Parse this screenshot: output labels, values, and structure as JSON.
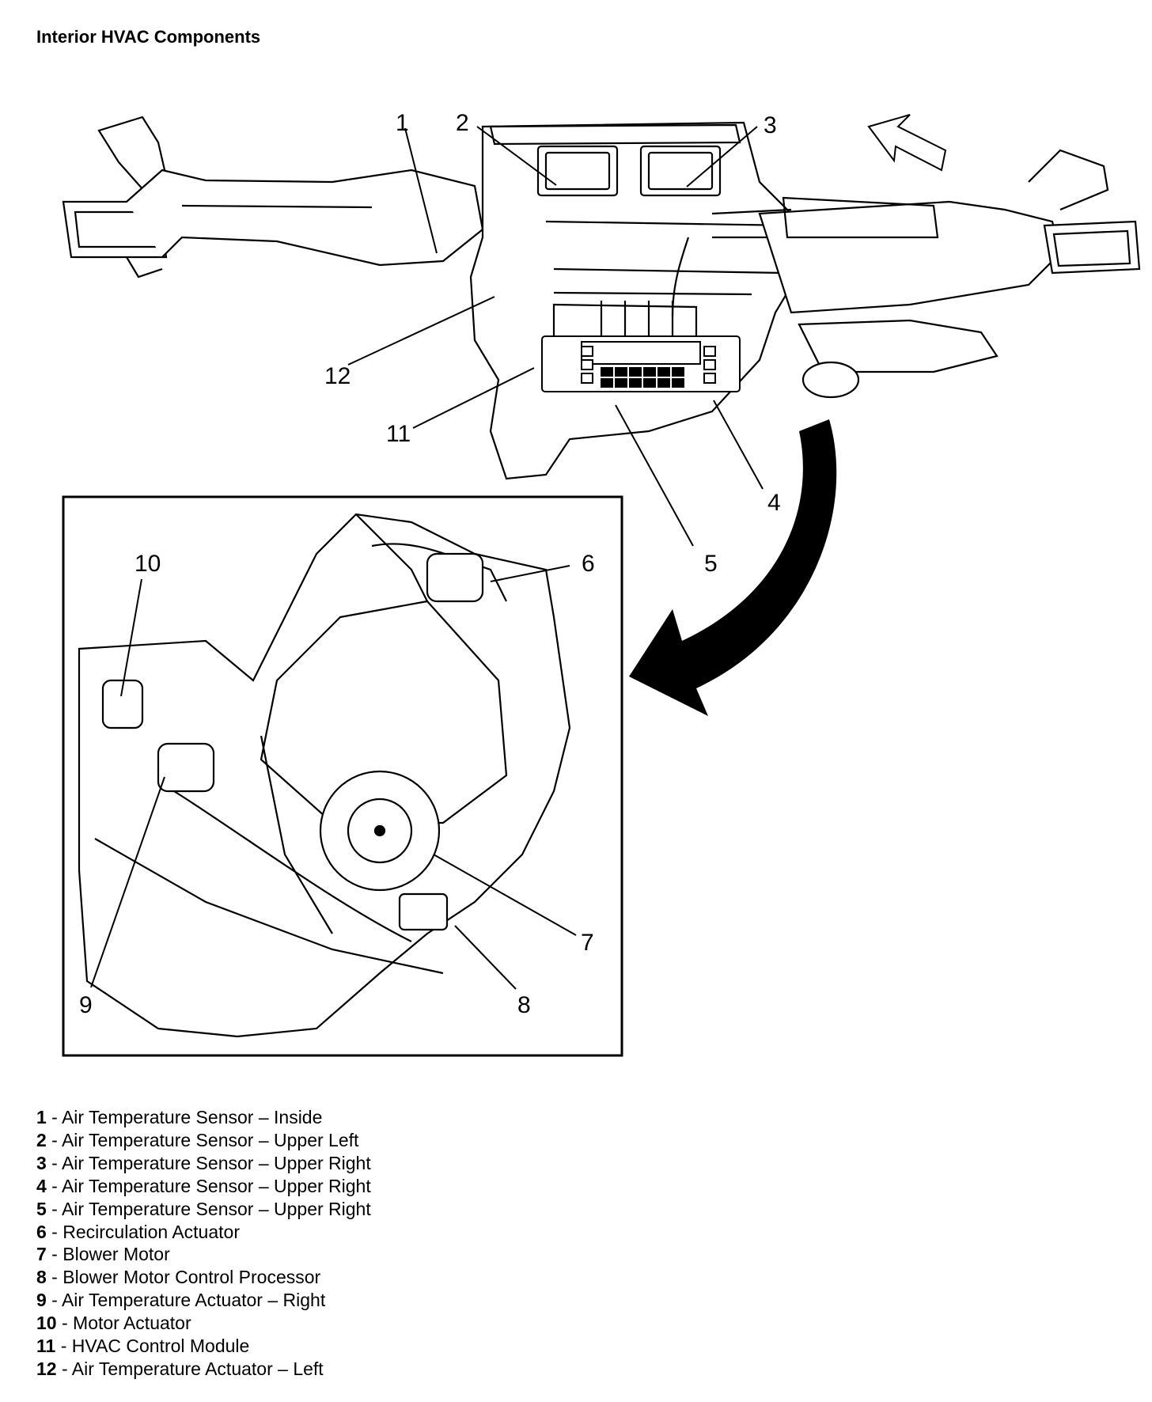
{
  "title": "Interior HVAC Components",
  "callouts": [
    "1",
    "2",
    "3",
    "4",
    "5",
    "6",
    "7",
    "8",
    "9",
    "10",
    "11",
    "12"
  ],
  "legend": [
    {
      "num": "1",
      "sep": " - ",
      "text": "Air Temperature Sensor – Inside"
    },
    {
      "num": "2",
      "sep": " - ",
      "text": "Air Temperature Sensor – Upper Left"
    },
    {
      "num": "3",
      "sep": " - ",
      "text": "Air Temperature Sensor – Upper Right"
    },
    {
      "num": "4",
      "sep": " - ",
      "text": "Air Temperature Sensor – Upper Right"
    },
    {
      "num": "5",
      "sep": " - ",
      "text": "Air Temperature Sensor – Upper Right"
    },
    {
      "num": "6",
      "sep": " - ",
      "text": "Recirculation Actuator"
    },
    {
      "num": "7",
      "sep": " - ",
      "text": "Blower Motor"
    },
    {
      "num": "8",
      "sep": " - ",
      "text": "Blower Motor Control Processor"
    },
    {
      "num": "9",
      "sep": " - ",
      "text": "Air Temperature Actuator – Right"
    },
    {
      "num": "10",
      "sep": " - ",
      "text": "Motor Actuator"
    },
    {
      "num": "11",
      "sep": " - ",
      "text": "HVAC Control Module"
    },
    {
      "num": "12",
      "sep": " - ",
      "text": "Air Temperature Actuator – Left"
    }
  ]
}
